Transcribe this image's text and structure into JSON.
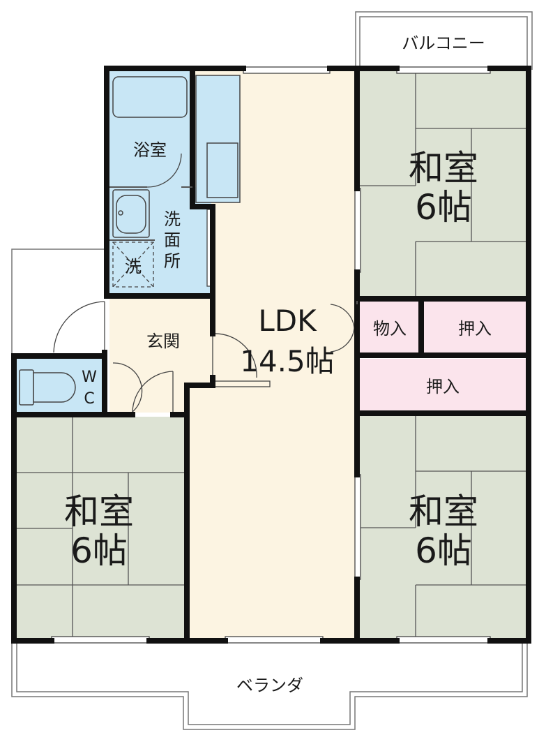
{
  "labels": {
    "balcony": "バルコニー",
    "veranda": "ベランダ",
    "bath": "浴室",
    "washroom": "洗面所",
    "washer": "洗",
    "entrance": "玄関",
    "wc_w": "W",
    "wc_c": "C",
    "ldk_name": "LDK",
    "ldk_size": "14.5帖",
    "closet_storage": "物入",
    "closet_oshiire_1": "押入",
    "closet_oshiire_2": "押入",
    "room_ne_name": "和室",
    "room_ne_size": "6帖",
    "room_sw_name": "和室",
    "room_sw_size": "6帖",
    "room_se_name": "和室",
    "room_se_size": "6帖"
  },
  "colors": {
    "wall": "#111111",
    "tatami": "#dde3d4",
    "tatami_line": "#555555",
    "ldk_floor": "#fcf4e2",
    "wet_area": "#c8e6f5",
    "closet": "#fbe4ec",
    "storage": "#fbe4ec",
    "outline": "#777777"
  }
}
